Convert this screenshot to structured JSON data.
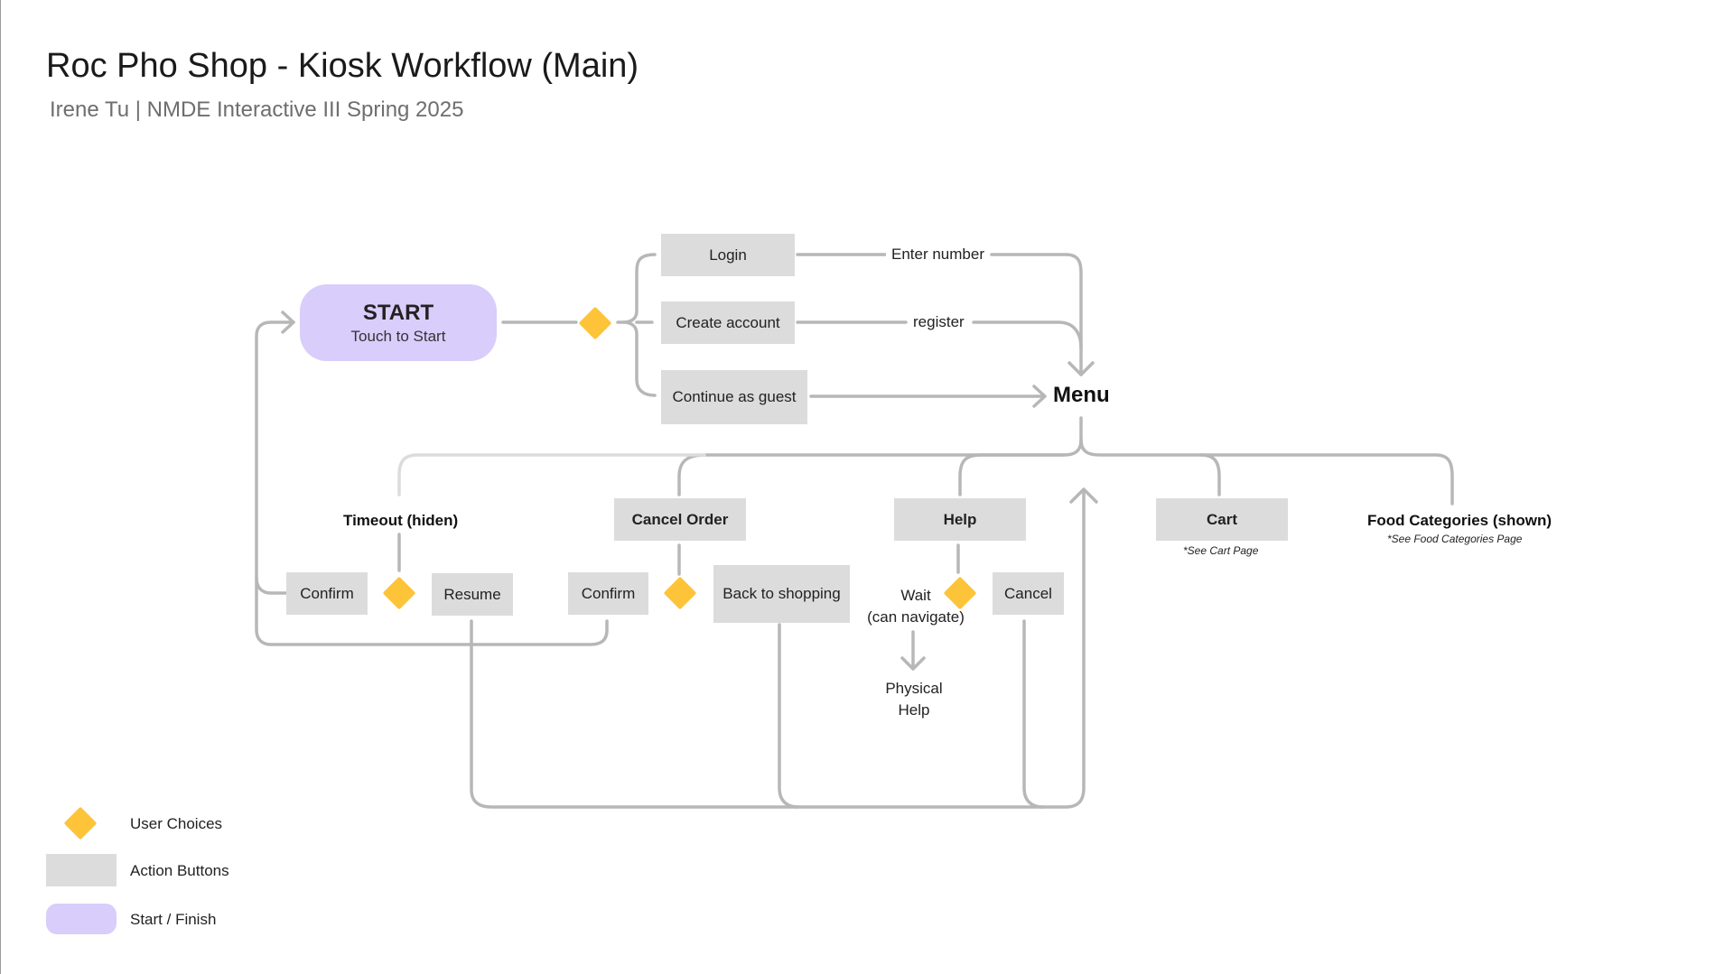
{
  "header": {
    "title": "Roc Pho Shop - Kiosk Workflow (Main)",
    "subtitle": "Irene Tu | NMDE Interactive III Spring 2025"
  },
  "start_node": {
    "title": "START",
    "subtitle": "Touch to Start"
  },
  "entry_options": {
    "login": "Login",
    "create_account": "Create account",
    "guest": "Continue as guest",
    "login_edge": "Enter number",
    "create_edge": "register"
  },
  "menu": {
    "label": "Menu"
  },
  "branches": {
    "timeout": {
      "label": "Timeout (hiden)",
      "confirm": "Confirm",
      "resume": "Resume"
    },
    "cancel_order": {
      "label": "Cancel Order",
      "confirm": "Confirm",
      "back": "Back to shopping"
    },
    "help": {
      "label": "Help",
      "wait_line1": "Wait",
      "wait_line2": "(can navigate)",
      "cancel": "Cancel",
      "physical_line1": "Physical",
      "physical_line2": "Help"
    },
    "cart": {
      "label": "Cart",
      "note": "*See Cart Page"
    },
    "food": {
      "label": "Food Categories (shown)",
      "note": "*See Food Categories Page"
    }
  },
  "legend": {
    "choices": "User Choices",
    "actions": "Action Buttons",
    "start_finish": "Start / Finish"
  },
  "colors": {
    "decision": "#fdc43a",
    "action": "#dcdcdc",
    "start_finish": "#d9cdfb",
    "connector": "#b7b7b7"
  }
}
